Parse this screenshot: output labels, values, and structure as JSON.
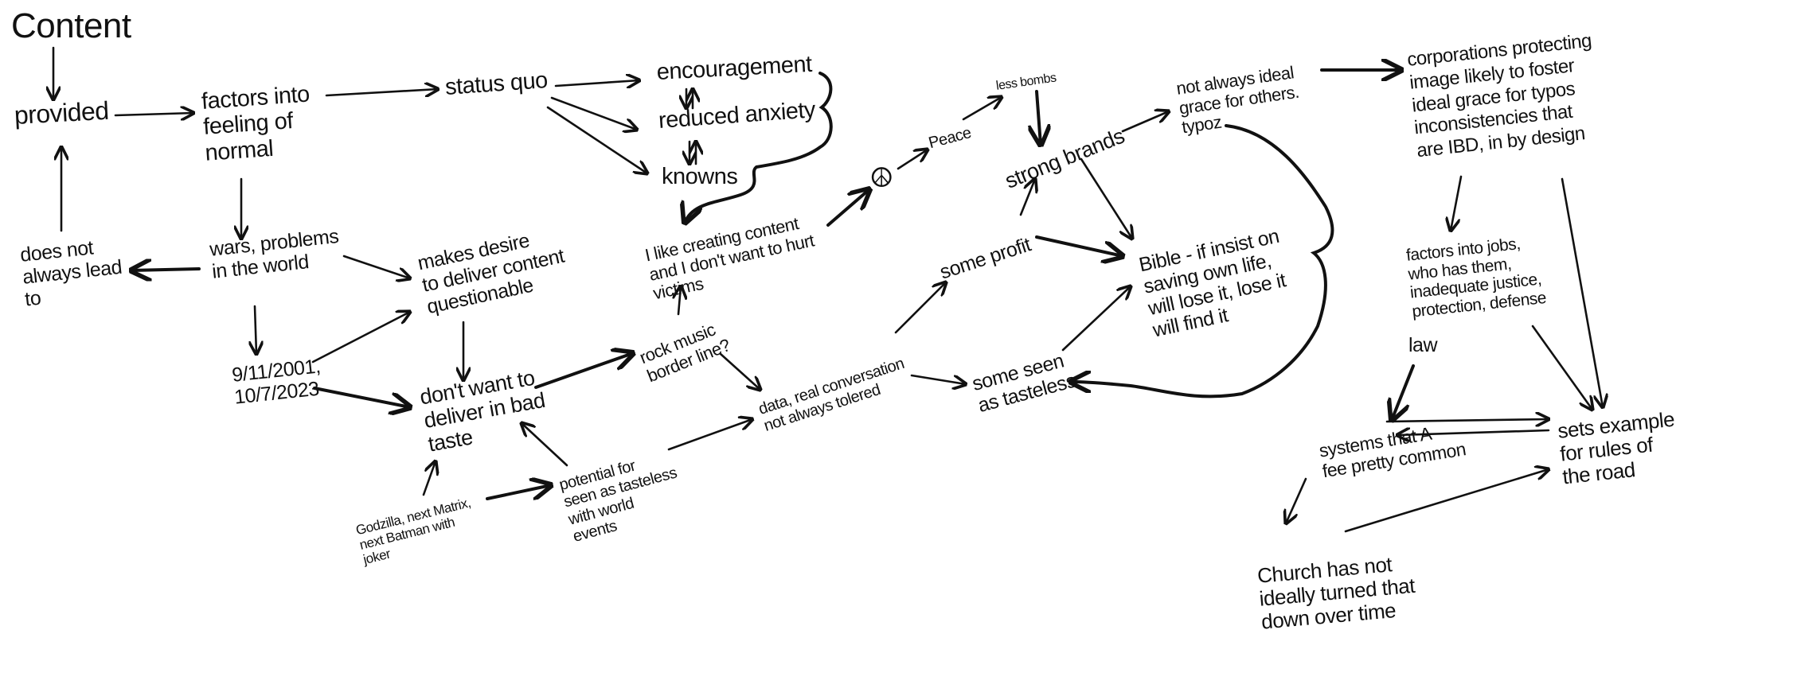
{
  "nodes": {
    "content": "Content",
    "provided": "provided",
    "factors_normal": [
      "factors into",
      "feeling of",
      "normal"
    ],
    "status_quo": "status quo",
    "encouragement": "encouragement",
    "reduced_anxiety": "reduced anxiety",
    "knowns": "knowns",
    "does_not_lead": [
      "does not",
      "always lead",
      "to"
    ],
    "wars": [
      "wars, problems",
      "in the world"
    ],
    "makes_desire": [
      "makes desire",
      "to deliver content",
      "questionable"
    ],
    "dates": [
      "9/11/2001,",
      "10/7/2023"
    ],
    "dont_want": [
      "don't want to",
      "deliver in bad",
      "taste"
    ],
    "godzilla": [
      "Godzilla, next Matrix,",
      "next Batman with",
      "joker"
    ],
    "potential": [
      "potential for",
      "seen as tasteless",
      "with world",
      "events"
    ],
    "rock_music": [
      "rock music",
      "border line?"
    ],
    "i_like": [
      "I like creating content",
      "and I don't want to hurt",
      "victims"
    ],
    "data_conversation": [
      "data, real conversation",
      "not always tolered"
    ],
    "peace_symbol": "☮",
    "peace": "Peace",
    "less_bombs": "less bombs",
    "strong_brands": "strong brands",
    "some_profit": "some profit",
    "some_seen": [
      "some seen",
      "as tasteless"
    ],
    "bible": [
      "Bible - if insist on",
      "saving own life,",
      "will lose it, lose it",
      "will find it"
    ],
    "not_always_ideal": [
      "not always ideal",
      "grace for others.",
      "typoz"
    ],
    "corporations": [
      "corporations protecting",
      "image likely to foster",
      "ideal grace for typos",
      "inconsistencies that",
      "are IBD, in by design"
    ],
    "factors_jobs": [
      "factors into jobs,",
      "who has them,",
      "inadequate justice,",
      "protection, defense"
    ],
    "law": "law",
    "systems": [
      "systems that A",
      "fee pretty common"
    ],
    "sets_example": [
      "sets example",
      "for rules of",
      "the road"
    ],
    "church": [
      "Church has not",
      "ideally turned that",
      "down over time"
    ]
  }
}
